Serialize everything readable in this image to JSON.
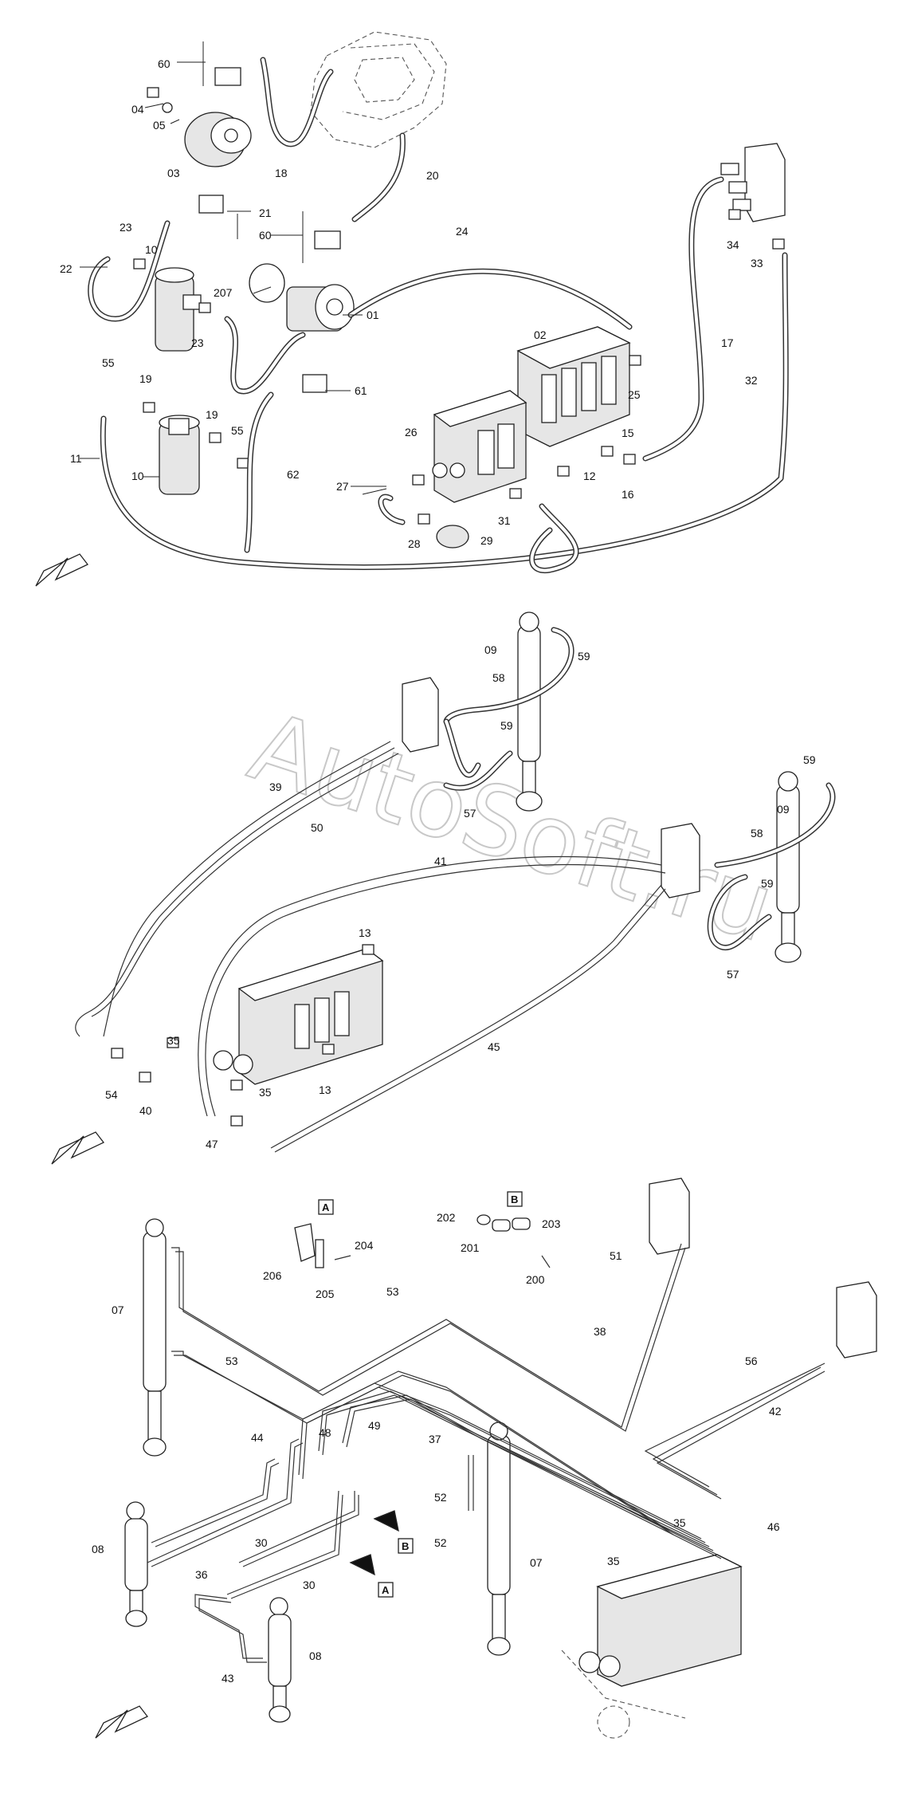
{
  "watermark": "AutoSoft.ru",
  "section_top": {
    "labels": [
      "60",
      "04",
      "05",
      "03",
      "18",
      "20",
      "21",
      "60",
      "24",
      "23",
      "10",
      "22",
      "207",
      "23",
      "01",
      "02",
      "17",
      "55",
      "19",
      "25",
      "61",
      "32",
      "19",
      "10",
      "55",
      "26",
      "15",
      "11",
      "62",
      "12",
      "16",
      "27",
      "31",
      "28",
      "29",
      "34",
      "33"
    ]
  },
  "section_middle": {
    "labels": [
      "09",
      "59",
      "58",
      "59",
      "39",
      "57",
      "50",
      "09",
      "41",
      "58",
      "59",
      "13",
      "57",
      "45",
      "35",
      "35",
      "54",
      "40",
      "13",
      "47",
      "59"
    ]
  },
  "section_bottom": {
    "labels": [
      "A",
      "B",
      "202",
      "203",
      "206",
      "204",
      "201",
      "205",
      "200",
      "07",
      "53",
      "51",
      "38",
      "53",
      "56",
      "42",
      "44",
      "48",
      "49",
      "37",
      "52",
      "35",
      "46",
      "08",
      "30",
      "36",
      "52",
      "35",
      "30",
      "07",
      "43",
      "08",
      "B",
      "A"
    ]
  }
}
